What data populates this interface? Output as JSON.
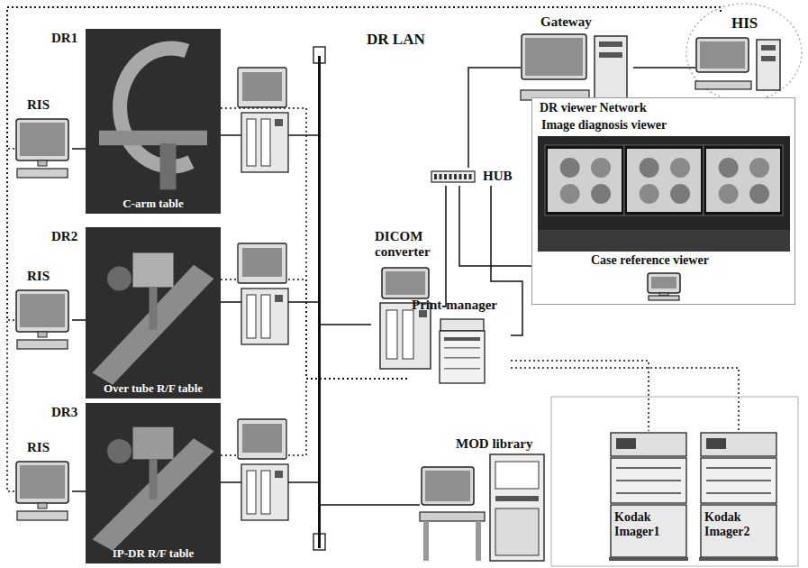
{
  "diagram": {
    "nodes": [
      {
        "text": [
          "RIS"
        ]
      },
      {
        "text": [
          "DR1",
          "C-arm table"
        ]
      },
      {
        "text": [
          "RIS"
        ]
      },
      {
        "text": [
          "DR2",
          "Over tube R/F table"
        ]
      },
      {
        "text": [
          "RIS"
        ]
      },
      {
        "text": [
          "DR3",
          "IP-DR R/F table"
        ]
      },
      {
        "text": [
          "DR LAN"
        ]
      },
      {
        "text": [
          "Gateway"
        ]
      },
      {
        "text": [
          "HIS"
        ]
      },
      {
        "text": [
          "HUB"
        ]
      },
      {
        "text": [
          "DICOM converter"
        ]
      },
      {
        "text": [
          "DR viewer Network"
        ]
      },
      {
        "text": [
          "Image diagnosis viewer"
        ],
        "in": 11
      },
      {
        "text": [
          "Case reference viewer"
        ],
        "in": 11
      },
      {
        "text": [
          "Print-manager"
        ]
      },
      {
        "text": [
          "MOD library"
        ]
      },
      {
        "text": [
          "Kodak Imager1"
        ]
      },
      {
        "text": [
          "Kodak Imager2"
        ]
      }
    ],
    "edges": [
      {
        "from": 0,
        "to": 1,
        "arrow": "none"
      },
      {
        "from": 2,
        "to": 3,
        "arrow": "none"
      },
      {
        "from": 4,
        "to": 5,
        "arrow": "none"
      },
      {
        "from": 1,
        "to": 6,
        "arrow": "none"
      },
      {
        "from": 3,
        "to": 6,
        "arrow": "none"
      },
      {
        "from": 5,
        "to": 6,
        "arrow": "none"
      },
      {
        "from": 6,
        "to": 10,
        "arrow": "none"
      },
      {
        "from": 6,
        "to": 15,
        "arrow": "none"
      },
      {
        "from": 10,
        "to": 9,
        "arrow": "none"
      },
      {
        "from": 9,
        "to": 7,
        "arrow": "none"
      },
      {
        "from": 7,
        "to": 8,
        "arrow": "none"
      },
      {
        "from": 9,
        "to": 11,
        "arrow": "none"
      },
      {
        "from": 9,
        "to": 14,
        "arrow": "none"
      },
      {
        "from": 14,
        "to": 16,
        "arrow": "none"
      },
      {
        "from": 14,
        "to": 17,
        "arrow": "none"
      },
      {
        "from": 1,
        "to": 14,
        "arrow": "none"
      },
      {
        "from": 3,
        "to": 14,
        "arrow": "none"
      },
      {
        "from": 5,
        "to": 14,
        "arrow": "none"
      },
      {
        "from": 0,
        "to": 8,
        "arrow": "none"
      },
      {
        "from": 2,
        "to": 8,
        "arrow": "none"
      },
      {
        "from": 4,
        "to": 8,
        "arrow": "none"
      }
    ]
  }
}
